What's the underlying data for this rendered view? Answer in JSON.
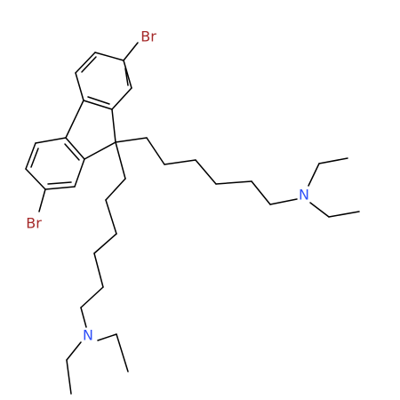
{
  "molecule": {
    "atoms": {
      "br_top": "Br",
      "br_left": "Br",
      "n_right": "N",
      "n_bottom": "N"
    },
    "colors": {
      "bond": "#000000",
      "bromine": "#A52A2A",
      "nitrogen": "#3050F8"
    }
  }
}
